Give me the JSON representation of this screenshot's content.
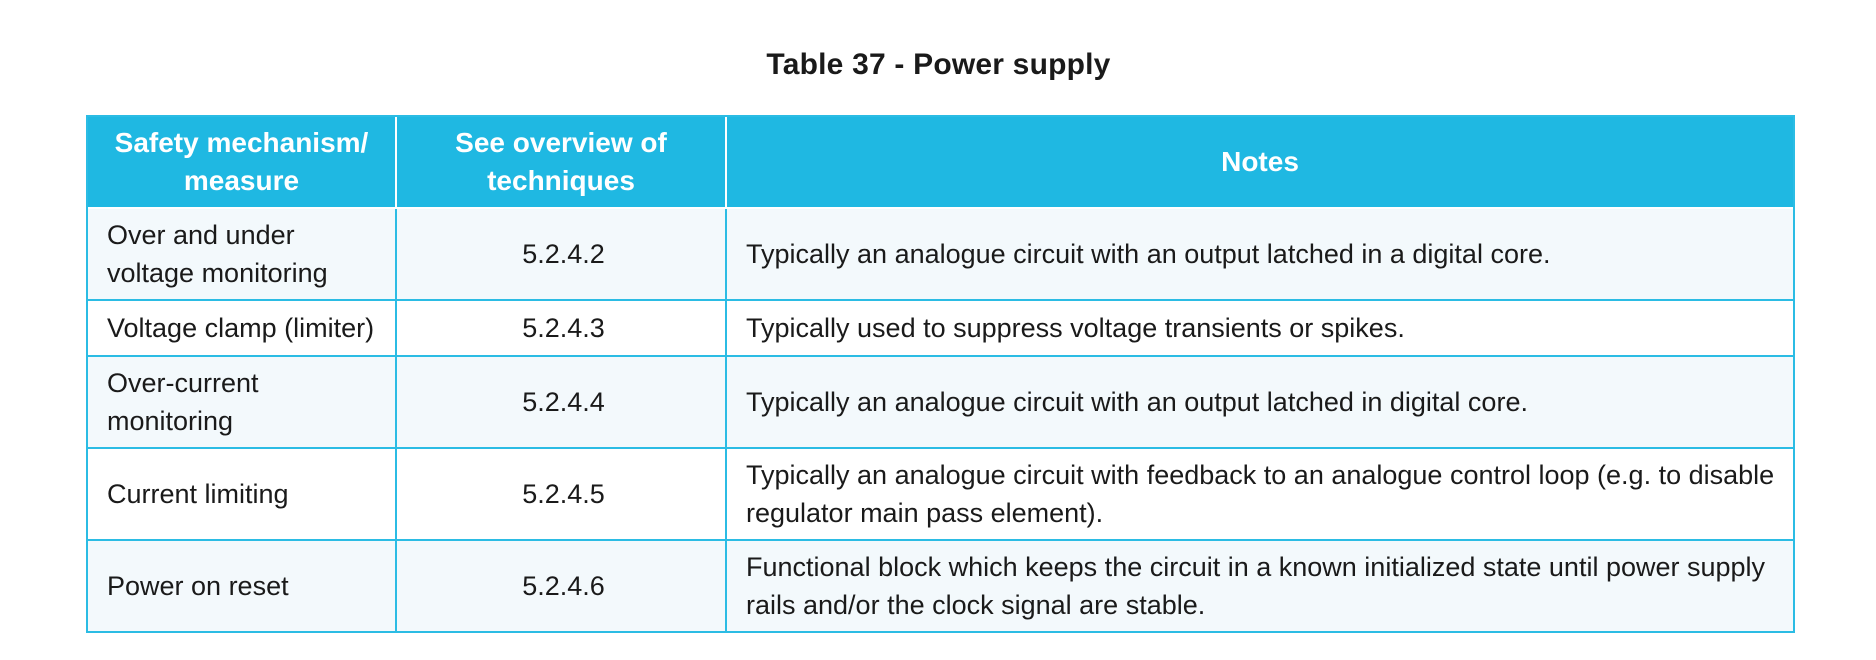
{
  "page": {
    "title": "Table 37 - Power supply"
  },
  "table": {
    "columns": [
      {
        "label": "Safety mechanism/\nmeasure"
      },
      {
        "label": "See overview of\ntechniques"
      },
      {
        "label": "Notes"
      }
    ],
    "rows": [
      {
        "mechanism": "Over and under voltage monitoring",
        "technique": "5.2.4.2",
        "notes": "Typically an analogue circuit with an output latched in a digital core."
      },
      {
        "mechanism": "Voltage clamp (limiter)",
        "technique": "5.2.4.3",
        "notes": "Typically used to suppress voltage transients or spikes."
      },
      {
        "mechanism": "Over-current monitoring",
        "technique": "5.2.4.4",
        "notes": "Typically an analogue circuit with an output latched in digital core."
      },
      {
        "mechanism": "Current limiting",
        "technique": "5.2.4.5",
        "notes": "Typically an analogue circuit with feedback to an analogue control loop (e.g. to disable regulator main pass element)."
      },
      {
        "mechanism": "Power on reset",
        "technique": "5.2.4.6",
        "notes": "Functional block which keeps the circuit in a known initialized state until power supply rails and/or the clock signal are stable."
      }
    ]
  },
  "colors": {
    "header_bg": "#1fb8e2",
    "header_text": "#ffffff",
    "border": "#2bbce4",
    "row_alt_bg": "#f3f9fc",
    "text": "#1a1a1a",
    "page_bg": "#ffffff"
  }
}
